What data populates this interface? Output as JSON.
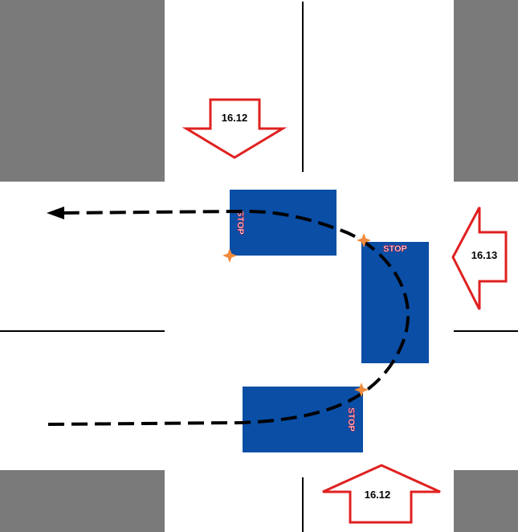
{
  "colors": {
    "road": "#ffffff",
    "block": "#7a7a7a",
    "vehicle": "#0a4ea6",
    "arrow_outline": "#e02020",
    "marker": "#f08a3c",
    "path": "#000000"
  },
  "signs": [
    {
      "id": "top",
      "label": "16.12"
    },
    {
      "id": "right",
      "label": "16.13"
    },
    {
      "id": "bottom",
      "label": "16.12"
    }
  ],
  "vehicles": [
    {
      "id": "vehicle-top-left",
      "stop_label": "STOP"
    },
    {
      "id": "vehicle-right",
      "stop_label": "STOP"
    },
    {
      "id": "vehicle-bottom",
      "stop_label": "STOP"
    }
  ],
  "path": {
    "style": "dashed",
    "arrow_direction": "left"
  }
}
